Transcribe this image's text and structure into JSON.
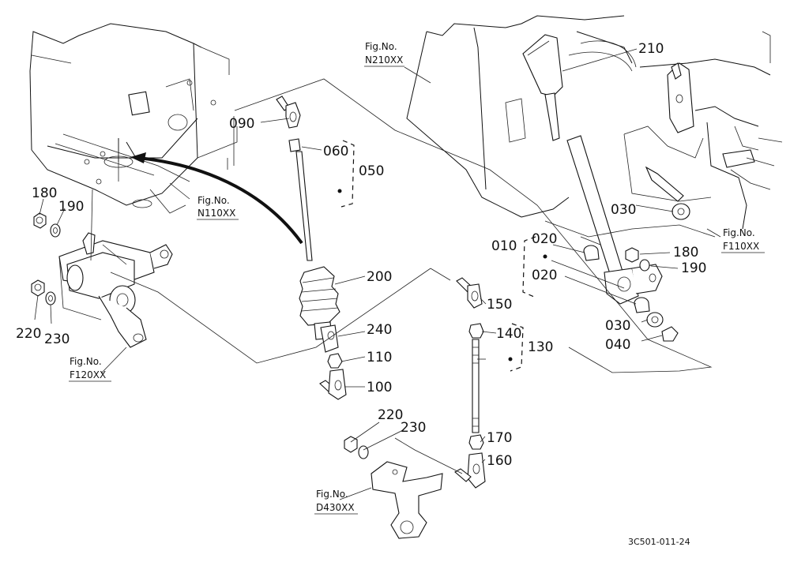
{
  "callouts": {
    "c090": "090",
    "c060": "060",
    "c050": "050",
    "c200": "200",
    "c240": "240",
    "c110": "110",
    "c100": "100",
    "c150": "150",
    "c140": "140",
    "c130": "130",
    "c170": "170",
    "c160": "160",
    "c210": "210",
    "c030a": "030",
    "c010": "010",
    "c020a": "020",
    "c020b": "020",
    "c180a": "180",
    "c190a": "190",
    "c030b": "030",
    "c040": "040",
    "c180b": "180",
    "c190b": "190",
    "c220a": "220",
    "c230a": "230",
    "c220b": "220",
    "c230b": "230"
  },
  "figure_refs": {
    "label": "Fig.No.",
    "n210": "N210XX",
    "n110": "N110XX",
    "f110": "F110XX",
    "f120": "F120XX",
    "d430": "D430XX"
  },
  "drawing_code": "3C501-011-24"
}
